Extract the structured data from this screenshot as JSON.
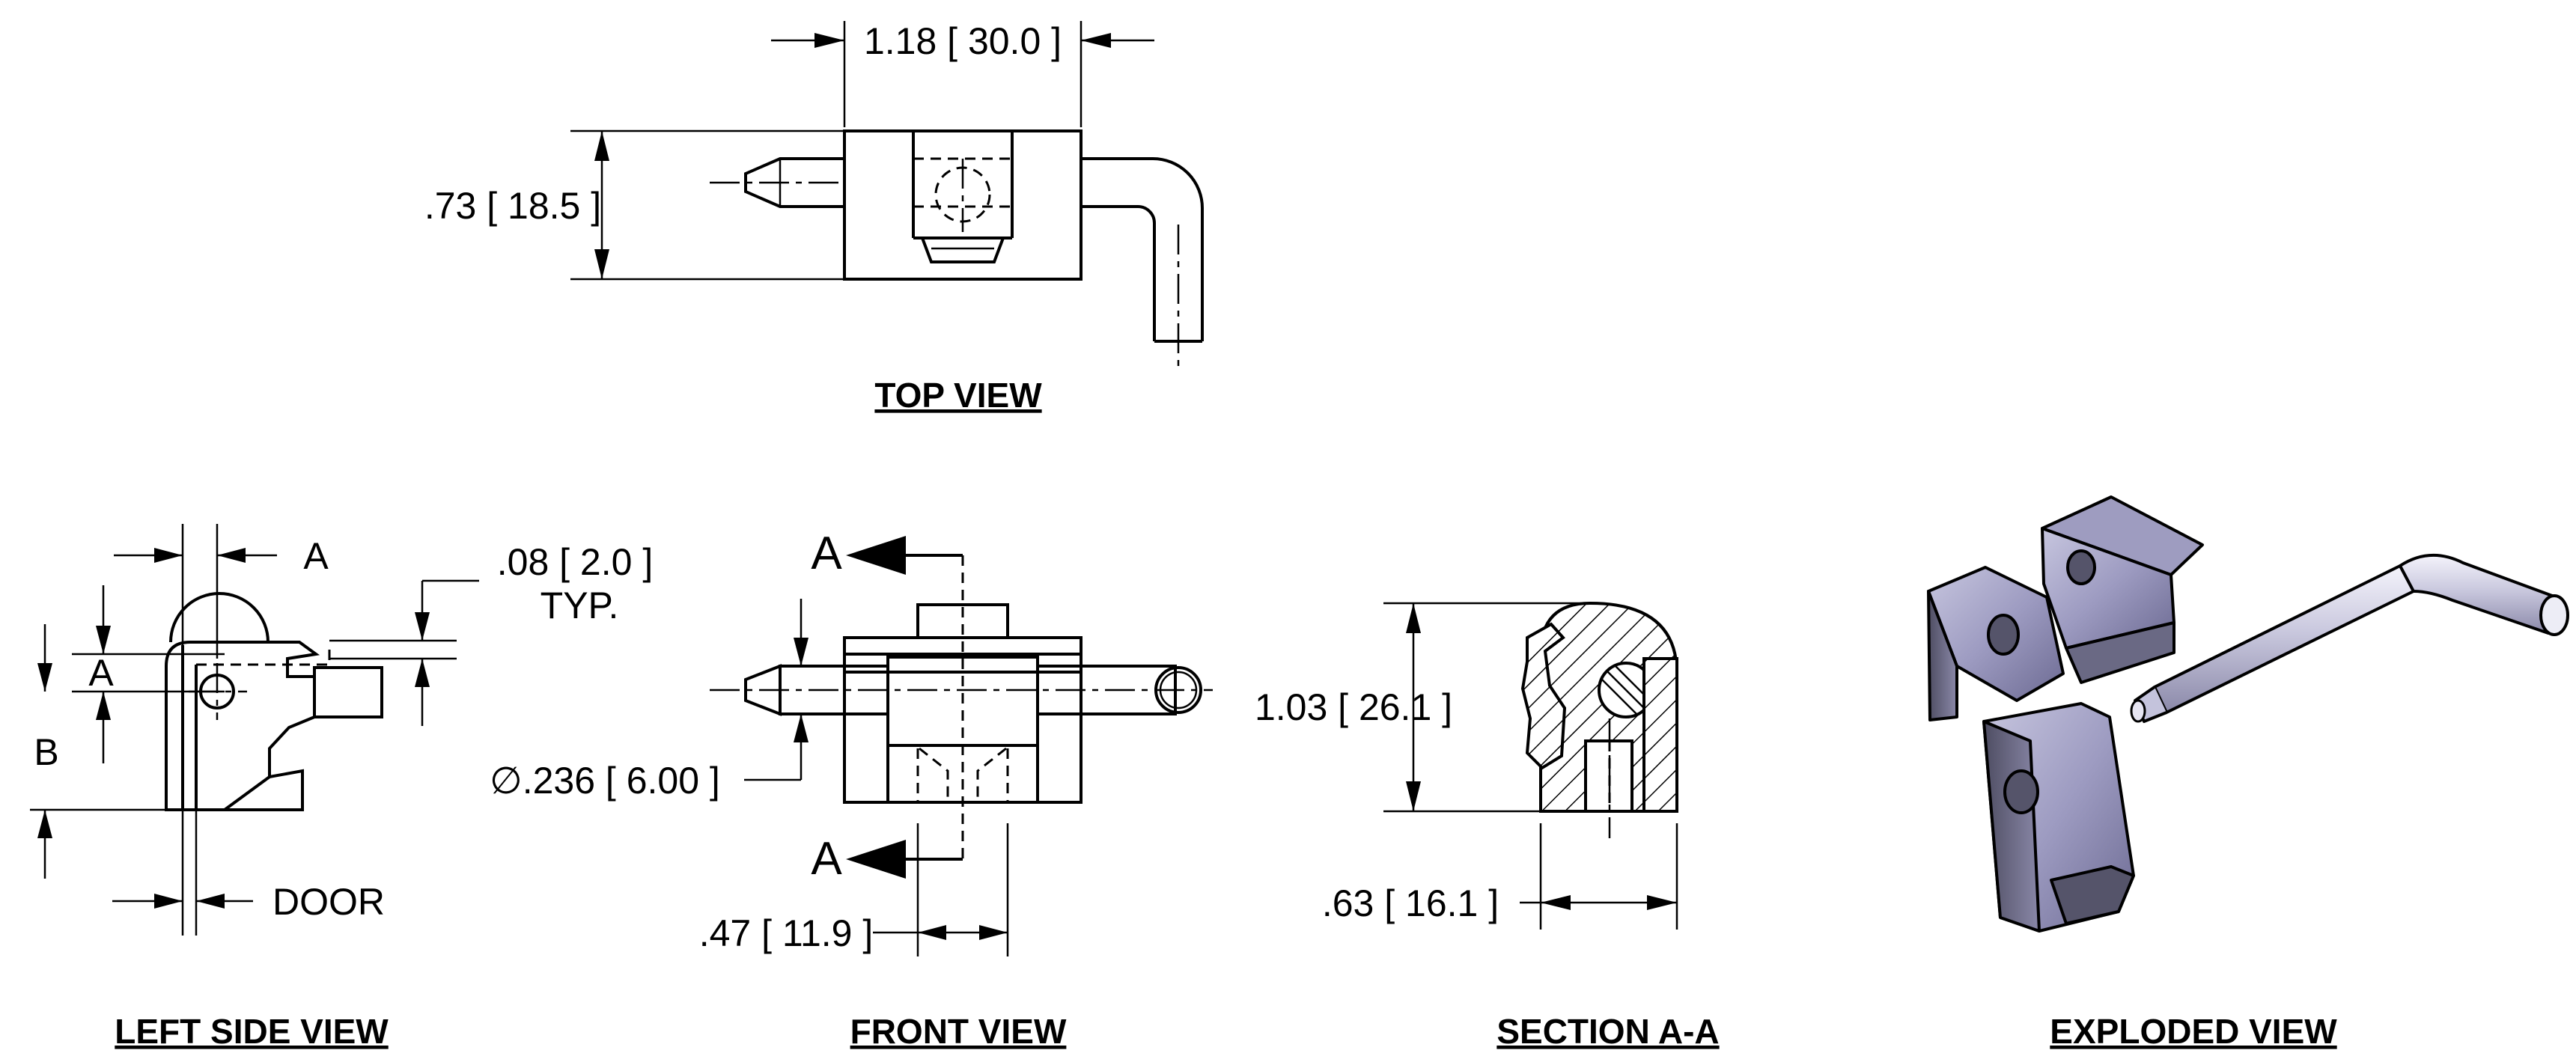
{
  "top_view": {
    "title": "TOP VIEW",
    "width_dim": "1.18 [ 30.0 ]",
    "height_dim": ".73 [ 18.5 ]"
  },
  "left_side_view": {
    "title": "LEFT SIDE VIEW",
    "label_a_top": "A",
    "label_a_side": "A",
    "label_b": "B",
    "door_label": "DOOR",
    "thickness_dim": ".08 [ 2.0 ]",
    "thickness_note": "TYP."
  },
  "front_view": {
    "title": "FRONT VIEW",
    "section_mark_top": "A",
    "section_mark_bottom": "A",
    "pin_dia_dim": "∅.236 [ 6.00 ]",
    "depth_dim": ".47 [ 11.9 ]"
  },
  "section_view": {
    "title": "SECTION A-A",
    "height_dim": "1.03 [ 26.1 ]",
    "width_dim": ".63 [ 16.1 ]"
  },
  "exploded_view": {
    "title": "EXPLODED VIEW"
  }
}
